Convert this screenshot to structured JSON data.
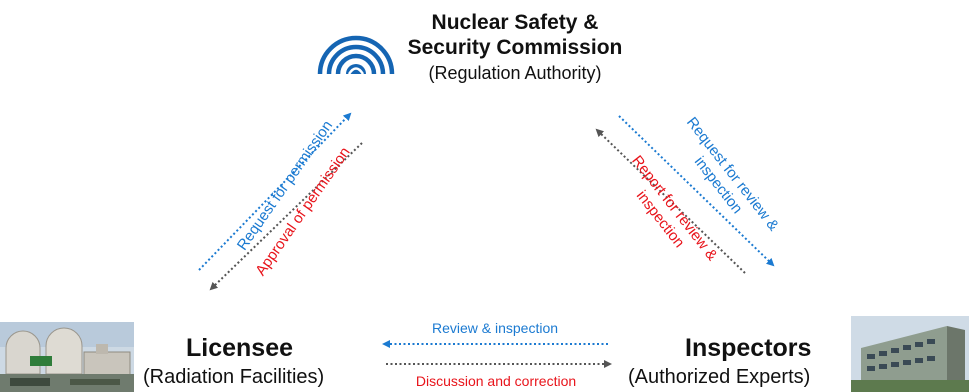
{
  "authority": {
    "title": "Nuclear Safety & Security Commission",
    "subtitle": "(Regulation Authority)"
  },
  "licensee": {
    "title": "Licensee",
    "subtitle": "(Radiation Facilities)"
  },
  "inspectors": {
    "title": "Inspectors",
    "subtitle": "(Authorized Experts)"
  },
  "flows": {
    "request_permission": "Request for permission",
    "approval_permission": "Approval of permission",
    "request_review": "Request for review & inspection",
    "report_review": "Report for review & inspection",
    "review_inspection": "Review & inspection",
    "discussion_correction": "Discussion and correction"
  },
  "colors": {
    "request": "#1b7ad1",
    "response": "#e8141b",
    "arrow_gray": "#555555",
    "logo": "#1565b3"
  },
  "icons": {
    "authority_logo": "nssc-logo-icon",
    "licensee_photo": "power-plant-photo",
    "inspectors_photo": "building-photo"
  }
}
